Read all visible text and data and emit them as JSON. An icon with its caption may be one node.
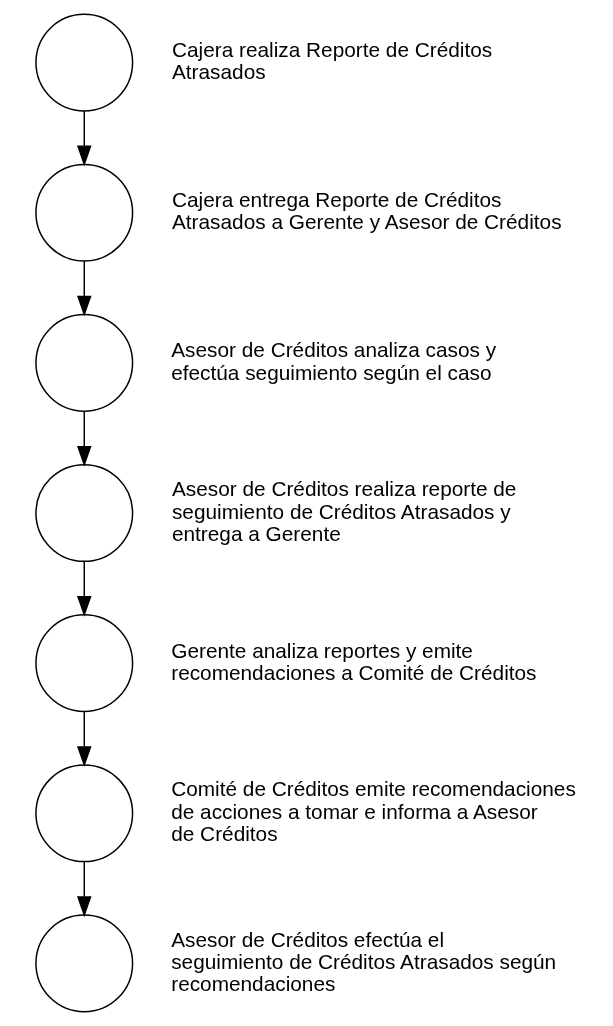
{
  "diagram": {
    "nodes": [
      {
        "text": [],
        "shape": "circle",
        "beside": [
          "Cajera realiza Reporte de Créditos Atrasados"
        ]
      },
      {
        "text": [],
        "shape": "circle",
        "beside": [
          "Cajera entrega Reporte de Créditos Atrasados a Gerente y Asesor de Créditos"
        ]
      },
      {
        "text": [],
        "shape": "circle",
        "beside": [
          "Asesor de Créditos analiza casos y efectúa seguimiento según el caso"
        ]
      },
      {
        "text": [],
        "shape": "circle",
        "beside": [
          "Asesor de Créditos realiza reporte de seguimiento de Créditos Atrasados y entrega a Gerente"
        ]
      },
      {
        "text": [],
        "shape": "circle",
        "beside": [
          "Gerente analiza reportes y emite recomendaciones a Comité de Créditos"
        ]
      },
      {
        "text": [],
        "shape": "circle",
        "beside": [
          "Comité de Créditos emite recomendaciones de acciones a tomar e informa a Asesor de Créditos"
        ]
      },
      {
        "text": [],
        "shape": "circle",
        "beside": [
          "Asesor de Créditos efectúa el seguimiento de Créditos Atrasados según recomendaciones"
        ]
      }
    ],
    "edges": [
      {
        "from": 0,
        "to": 1,
        "arrow": "to"
      },
      {
        "from": 1,
        "to": 2,
        "arrow": "to"
      },
      {
        "from": 2,
        "to": 3,
        "arrow": "to"
      },
      {
        "from": 3,
        "to": 4,
        "arrow": "to"
      },
      {
        "from": 4,
        "to": 5,
        "arrow": "to"
      },
      {
        "from": 5,
        "to": 6,
        "arrow": "to"
      }
    ]
  }
}
